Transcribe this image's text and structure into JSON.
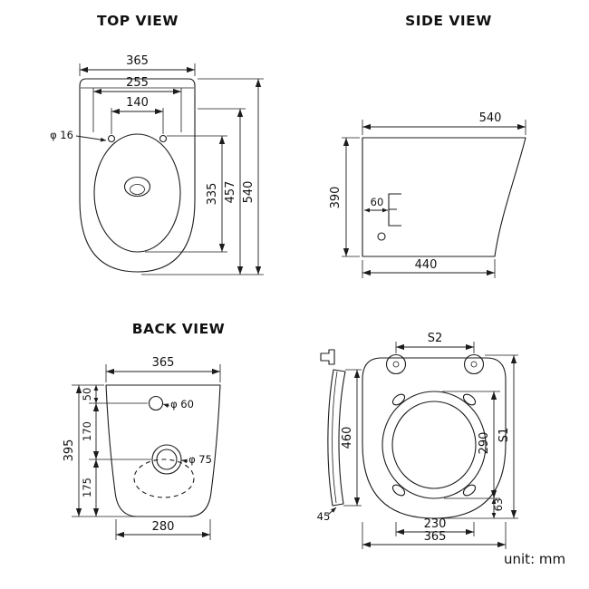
{
  "page": {
    "unit_label": "unit: mm"
  },
  "top_view": {
    "title": "TOP VIEW",
    "dims": {
      "overall_width": "365",
      "seat_width": "255",
      "hole_spacing": "140",
      "hole_diameter": "φ 16",
      "bowl_depth": "335",
      "seat_depth": "457",
      "overall_depth": "540"
    }
  },
  "side_view": {
    "title": "SIDE VIEW",
    "dims": {
      "overall_depth": "540",
      "height": "390",
      "outlet_offset": "60",
      "base_depth": "440"
    }
  },
  "back_view": {
    "title": "BACK VIEW",
    "dims": {
      "overall_width": "365",
      "top_offset": "50",
      "mid_offset": "170",
      "overall_height": "395",
      "bottom_offset": "175",
      "inlet_diameter": "φ 60",
      "outlet_diameter": "φ 75",
      "base_width": "280"
    }
  },
  "seat_view": {
    "dims": {
      "hinge_spacing_label": "S2",
      "lid_length": "460",
      "opening_length": "290",
      "total_length_label": "S1",
      "rear_offset": "63",
      "bolt_spacing": "230",
      "overall_width": "365",
      "lid_thickness": "45"
    }
  }
}
